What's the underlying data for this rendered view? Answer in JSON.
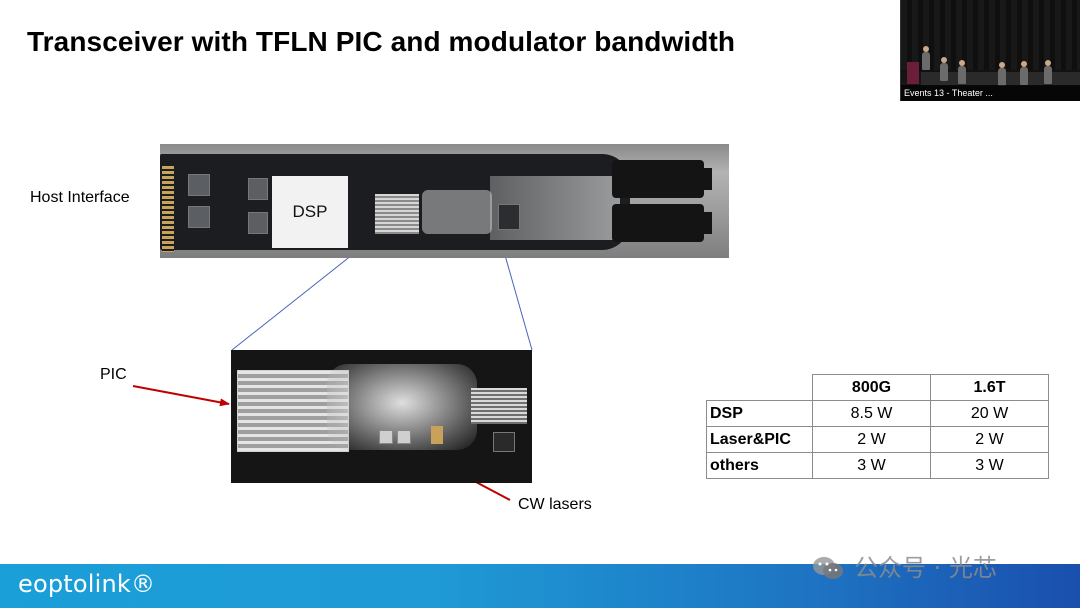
{
  "slide": {
    "title": "Transceiver with TFLN PIC and modulator bandwidth"
  },
  "webcam": {
    "caption": "Events 13 - Theater ..."
  },
  "labels": {
    "host_interface": "Host Interface",
    "dsp": "DSP",
    "pic": "PIC",
    "cw_lasers": "CW lasers"
  },
  "table": {
    "headers": [
      "",
      "800G",
      "1.6T"
    ],
    "rows": [
      {
        "label": "DSP",
        "v800": "8.5 W",
        "v16": "20 W"
      },
      {
        "label": "Laser&PIC",
        "v800": "2 W",
        "v16": "2 W"
      },
      {
        "label": "others",
        "v800": "3 W",
        "v16": "3 W"
      }
    ]
  },
  "footer": {
    "logo": "eoptolink®"
  },
  "watermark": {
    "text": "公众号 · 光芯"
  },
  "colors": {
    "arrow_red": "#c00000",
    "zoom_line": "#4a63b8",
    "footer_start": "#1a9fd8",
    "footer_end": "#1a4fae"
  }
}
